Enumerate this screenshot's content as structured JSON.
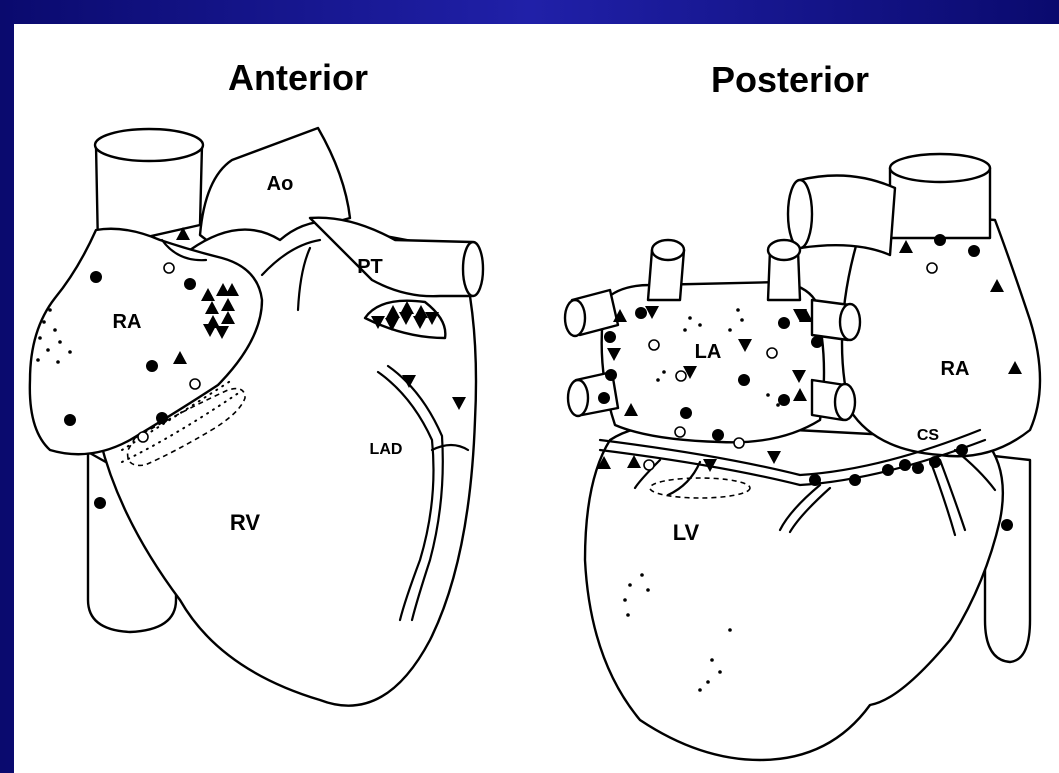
{
  "views": {
    "anterior": {
      "title": "Anterior",
      "labels": {
        "ra": "RA",
        "ao": "Ao",
        "pt": "PT",
        "rv": "RV",
        "lad": "LAD"
      }
    },
    "posterior": {
      "title": "Posterior",
      "labels": {
        "la": "LA",
        "ra": "RA",
        "cs": "CS",
        "lv": "LV"
      }
    }
  },
  "marker_types": [
    "filled-circle",
    "open-circle",
    "up-triangle",
    "down-triangle",
    "dot"
  ]
}
